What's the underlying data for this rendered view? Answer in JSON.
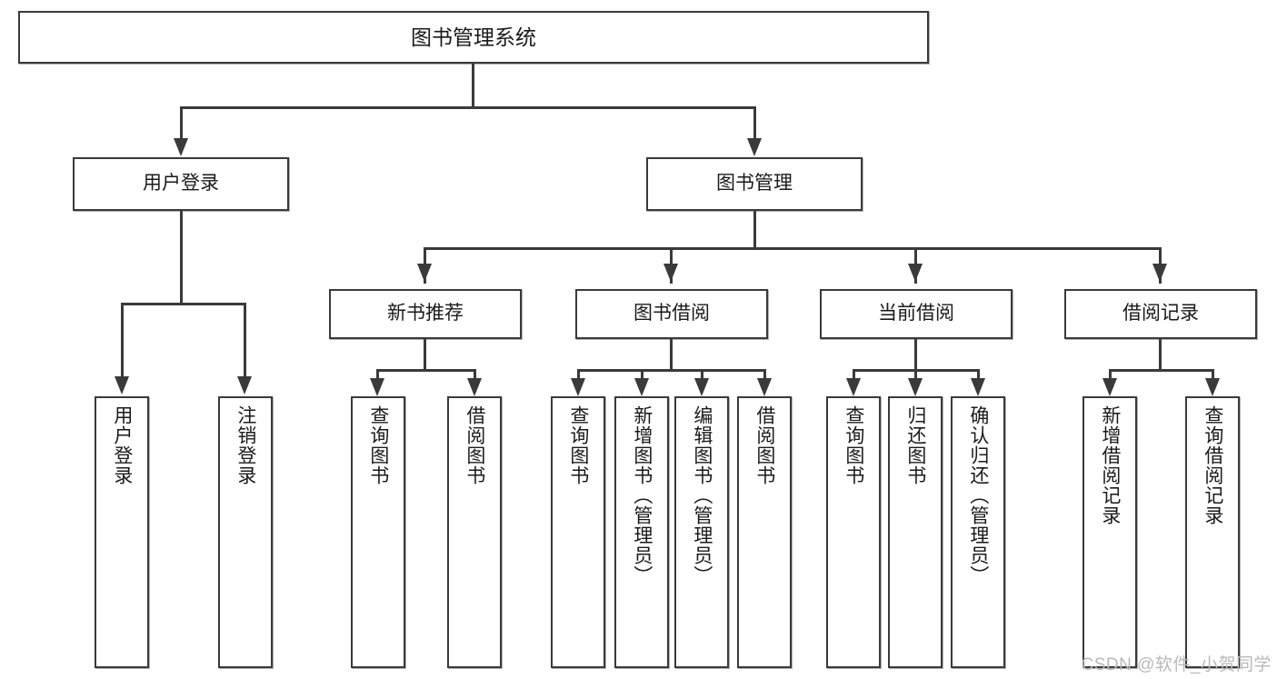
{
  "diagram": {
    "title": "图书管理系统",
    "type": "功能结构图",
    "watermark": "CSDN @软件_小贺同学",
    "colors": {
      "border": "#3a3a3a",
      "background": "#ffffff",
      "text": "#1a1a1a",
      "watermark": "#b9b9b9"
    }
  },
  "root": {
    "label": "图书管理系统"
  },
  "level1": [
    {
      "label": "用户登录"
    },
    {
      "label": "图书管理"
    }
  ],
  "level2": [
    {
      "label": "新书推荐"
    },
    {
      "label": "图书借阅"
    },
    {
      "label": "当前借阅"
    },
    {
      "label": "借阅记录"
    }
  ],
  "leaves": {
    "user_login": [
      {
        "label": "用户登录"
      },
      {
        "label": "注销登录"
      }
    ],
    "new_book": [
      {
        "label": "查询图书"
      },
      {
        "label": "借阅图书"
      }
    ],
    "book_borrow": [
      {
        "label": "查询图书"
      },
      {
        "label": "新增图书（管理员）"
      },
      {
        "label": "编辑图书（管理员）"
      },
      {
        "label": "借阅图书"
      }
    ],
    "current_borrow": [
      {
        "label": "查询图书"
      },
      {
        "label": "归还图书"
      },
      {
        "label": "确认归还（管理员）"
      }
    ],
    "borrow_record": [
      {
        "label": "新增借阅记录"
      },
      {
        "label": "查询借阅记录"
      }
    ]
  }
}
